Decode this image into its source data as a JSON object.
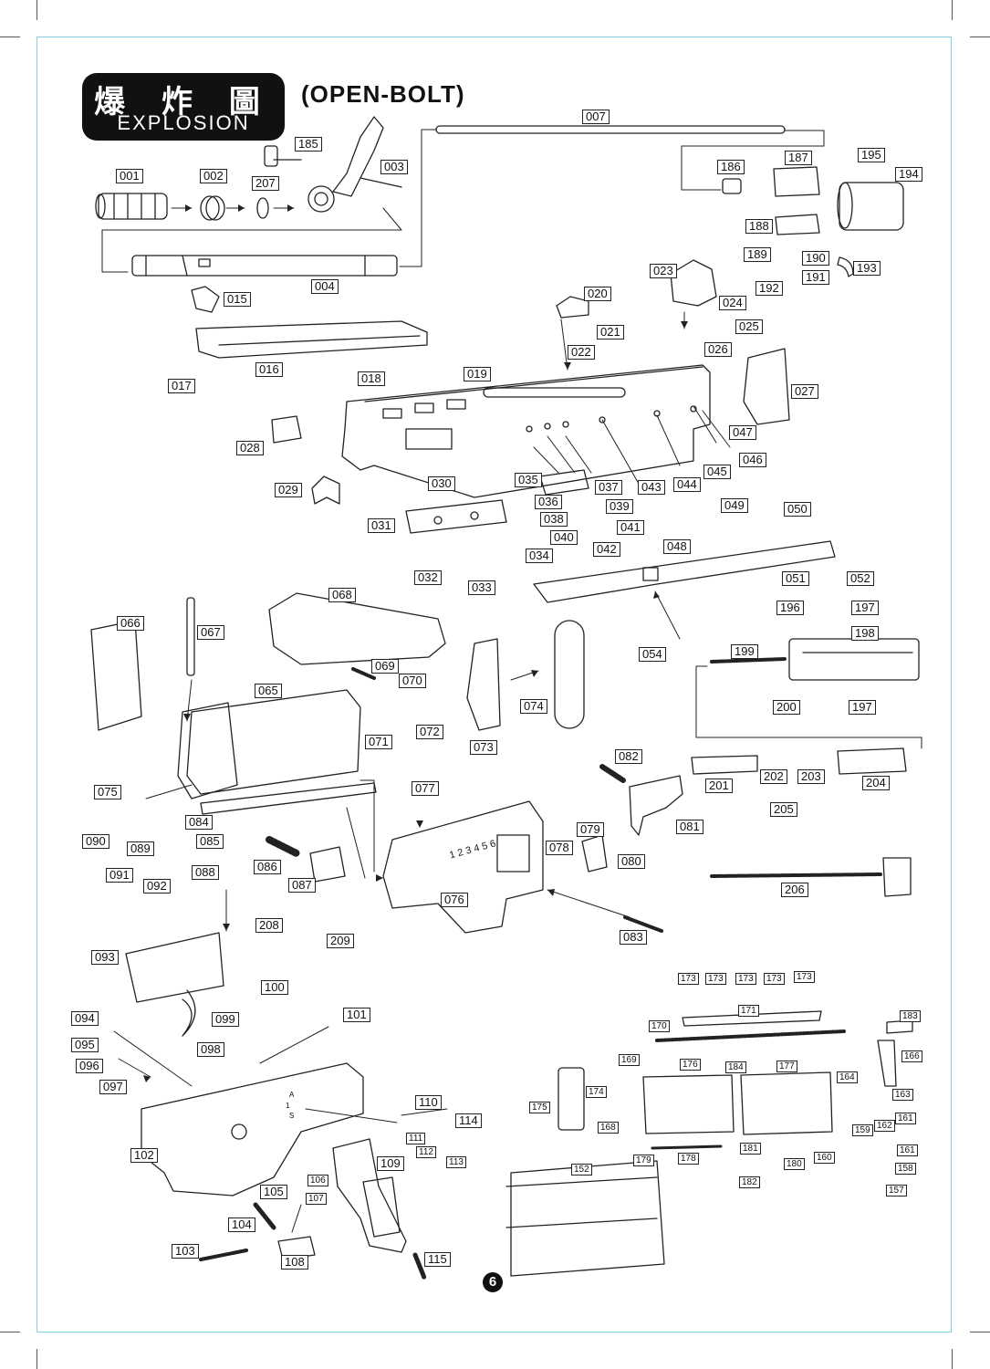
{
  "title": {
    "chinese": "爆 炸 圖",
    "english": "EXPLOSION"
  },
  "subtitle": "(OPEN-BOLT)",
  "page_number": "6",
  "scale_marks": "1 2 3 4 5 6",
  "selector_marks": {
    "a": "A",
    "one": "1",
    "s": "S"
  },
  "labels": {
    "p001": "001",
    "p002": "002",
    "p003": "003",
    "p004": "004",
    "p007": "007",
    "p015": "015",
    "p016": "016",
    "p017": "017",
    "p018": "018",
    "p019": "019",
    "p020": "020",
    "p021": "021",
    "p022": "022",
    "p023": "023",
    "p024": "024",
    "p025": "025",
    "p026": "026",
    "p027": "027",
    "p028": "028",
    "p029": "029",
    "p030": "030",
    "p031": "031",
    "p032": "032",
    "p033": "033",
    "p034": "034",
    "p035": "035",
    "p036": "036",
    "p037": "037",
    "p038": "038",
    "p039": "039",
    "p040": "040",
    "p041": "041",
    "p042": "042",
    "p043": "043",
    "p044": "044",
    "p045": "045",
    "p046": "046",
    "p047": "047",
    "p048": "048",
    "p049": "049",
    "p050": "050",
    "p051": "051",
    "p052": "052",
    "p054": "054",
    "p065": "065",
    "p066": "066",
    "p067": "067",
    "p068": "068",
    "p069": "069",
    "p070": "070",
    "p071": "071",
    "p072": "072",
    "p073": "073",
    "p074": "074",
    "p075": "075",
    "p076": "076",
    "p077": "077",
    "p079": "079",
    "p078": "078",
    "p080": "080",
    "p081": "081",
    "p082": "082",
    "p083": "083",
    "p084": "084",
    "p085": "085",
    "p086": "086",
    "p087": "087",
    "p088": "088",
    "p089": "089",
    "p090": "090",
    "p091": "091",
    "p092": "092",
    "p093": "093",
    "p094": "094",
    "p095": "095",
    "p096": "096",
    "p097": "097",
    "p098": "098",
    "p099": "099",
    "p100": "100",
    "p101": "101",
    "p102": "102",
    "p103": "103",
    "p104": "104",
    "p105": "105",
    "p106": "106",
    "p107": "107",
    "p108": "108",
    "p109": "109",
    "p110": "110",
    "p111": "111",
    "p112": "112",
    "p113": "113",
    "p114": "114",
    "p115": "115",
    "p152": "152",
    "p157": "157",
    "p158": "158",
    "p159": "159",
    "p160": "160",
    "p161a": "161",
    "p161b": "161",
    "p162": "162",
    "p163": "163",
    "p164": "164",
    "p166": "166",
    "p168": "168",
    "p169": "169",
    "p170": "170",
    "p171": "171",
    "p173a": "173",
    "p173b": "173",
    "p173c": "173",
    "p173d": "173",
    "p173e": "173",
    "p174": "174",
    "p175": "175",
    "p176": "176",
    "p177": "177",
    "p178": "178",
    "p179": "179",
    "p180": "180",
    "p181": "181",
    "p182": "182",
    "p183": "183",
    "p184": "184",
    "p185": "185",
    "p186": "186",
    "p187": "187",
    "p188": "188",
    "p189": "189",
    "p190": "190",
    "p191": "191",
    "p192": "192",
    "p193": "193",
    "p194": "194",
    "p195": "195",
    "p196": "196",
    "p197a": "197",
    "p197b": "197",
    "p198": "198",
    "p199": "199",
    "p200": "200",
    "p201": "201",
    "p202": "202",
    "p203": "203",
    "p204": "204",
    "p205": "205",
    "p206": "206",
    "p207": "207",
    "p208": "208",
    "p209": "209"
  }
}
